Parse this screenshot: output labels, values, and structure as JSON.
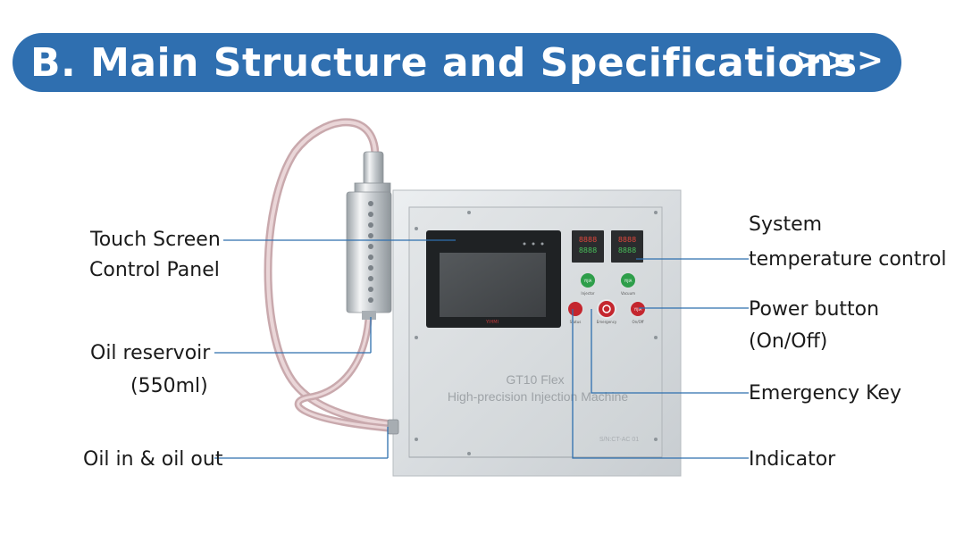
{
  "header": {
    "title": "B. Main Structure and Specifications",
    "arrows": ">>>"
  },
  "labels_left": {
    "touch_line1": "Touch Screen",
    "touch_line2": "Control Panel",
    "oil_reservoir_line1": "Oil reservoir",
    "oil_reservoir_line2": "(550ml)",
    "oil_in_out": "Oil in & oil out"
  },
  "labels_right": {
    "system_line1": "System",
    "system_line2": "temperature control",
    "power_line1": "Power button",
    "power_line2": "(On/Off)",
    "emergency": "Emergency Key",
    "indicator": "Indicator"
  },
  "machine": {
    "model": "GT10 Flex",
    "description": "High-precision Injection Machine",
    "serial": "S/N:CT-AC 01",
    "screen_brand": "YIHMI",
    "display_digits": "8888",
    "button_text": "YIJIA",
    "button_labels": [
      "Injector",
      "Vacuum",
      "Status",
      "Emergency",
      "On/Off"
    ]
  },
  "colors": {
    "banner": "#2f6fb0",
    "leader_line": "#2e6fae",
    "green_button": "#2e9e4a",
    "red_button": "#c4262e"
  }
}
